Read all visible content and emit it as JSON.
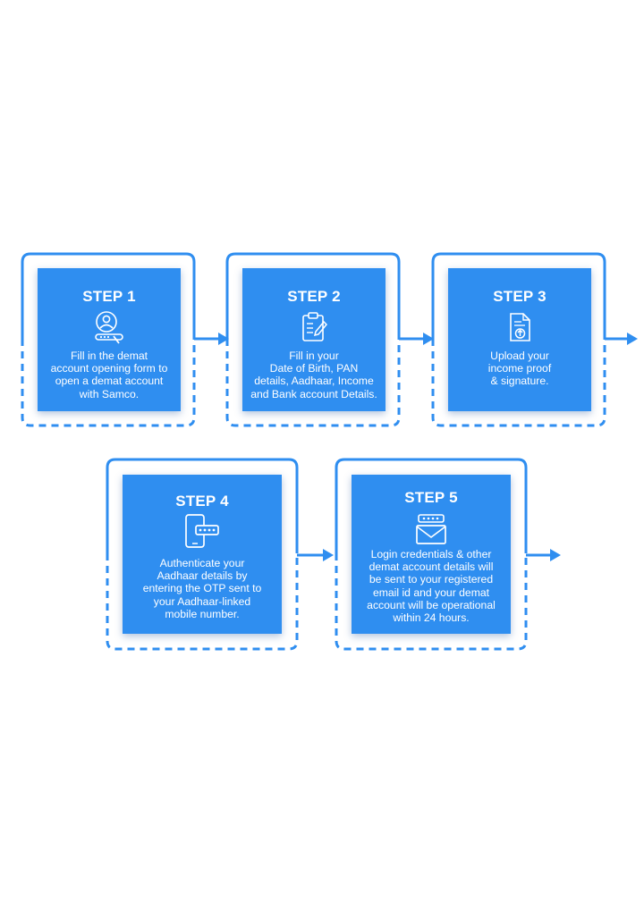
{
  "colors": {
    "accent": "#2f8ef0",
    "outline": "#2f8ef0",
    "background": "#ffffff",
    "text": "#ffffff"
  },
  "steps": [
    {
      "title": "STEP 1",
      "icon": "user-form-icon",
      "text": "Fill in the demat\naccount opening form to\nopen a demat account\nwith Samco."
    },
    {
      "title": "STEP 2",
      "icon": "clipboard-form-icon",
      "text": "Fill in your\nDate of Birth, PAN\ndetails, Aadhaar, Income\nand Bank account Details."
    },
    {
      "title": "STEP 3",
      "icon": "document-upload-icon",
      "text": "Upload your\nincome proof\n& signature."
    },
    {
      "title": "STEP 4",
      "icon": "mobile-otp-icon",
      "text": "Authenticate your\nAadhaar details by\nentering the OTP sent to\nyour Aadhaar-linked\nmobile number."
    },
    {
      "title": "STEP 5",
      "icon": "email-password-icon",
      "text": "Login credentials & other\ndemat account details will\nbe sent to your registered\nemail id and your demat\naccount will be operational\nwithin 24 hours."
    }
  ]
}
